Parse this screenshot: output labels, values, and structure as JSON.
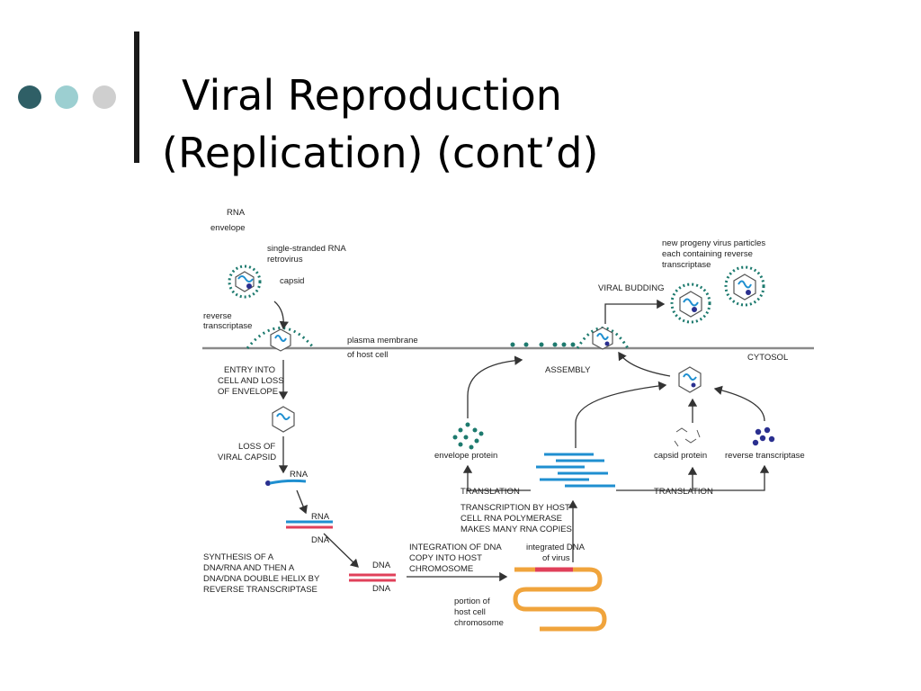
{
  "title": {
    "line1": "Viral Reproduction",
    "line2": "(Replication) (cont’d)"
  },
  "bullets_colors": [
    "#2f5f66",
    "#9ccfd1",
    "#cfcfcf"
  ],
  "labels": {
    "rna_top": "RNA",
    "envelope": "envelope",
    "ss_rna_1": "single-stranded RNA",
    "ss_rna_2": "retrovirus",
    "capsid": "capsid",
    "reverse_1": "reverse",
    "reverse_2": "transcriptase",
    "plasma_1": "plasma membrane",
    "plasma_2": "of host cell",
    "cytosol": "CYTOSOL",
    "entry_1": "ENTRY INTO",
    "entry_2": "CELL AND LOSS",
    "entry_3": "OF ENVELOPE",
    "loss_1": "LOSS OF",
    "loss_2": "VIRAL CAPSID",
    "rna_mid": "RNA",
    "rna_low": "RNA",
    "dna_low": "DNA",
    "synth_1": "SYNTHESIS OF A",
    "synth_2": "DNA/RNA AND THEN A",
    "synth_3": "DNA/DNA DOUBLE HELIX BY",
    "synth_4": "REVERSE TRANSCRIPTASE",
    "dna_a": "DNA",
    "dna_b": "DNA",
    "integ_1": "INTEGRATION OF DNA",
    "integ_2": "COPY INTO HOST",
    "integ_3": "CHROMOSOME",
    "integrated_1": "integrated DNA",
    "integrated_2": "of virus",
    "portion_1": "portion of",
    "portion_2": "host cell",
    "portion_3": "chromosome",
    "transc_1": "TRANSCRIPTION BY HOST",
    "transc_2": "CELL RNA POLYMERASE",
    "transc_3": "MAKES MANY RNA COPIES",
    "translation_left": "TRANSLATION",
    "translation_right": "TRANSLATION",
    "envelope_protein": "envelope protein",
    "capsid_protein": "capsid protein",
    "reverse_transcriptase": "reverse transcriptase",
    "assembly": "ASSEMBLY",
    "viral_budding": "VIRAL BUDDING",
    "progeny_1": "new progeny virus particles",
    "progeny_2": "each containing reverse",
    "progeny_3": "transcriptase"
  },
  "colors": {
    "membrane": "#8a8a8a",
    "spike": "#1d7a6e",
    "rna_blue": "#1f8fd0",
    "dna_red": "#e0405a",
    "chromosome_orange": "#f0a43c",
    "rt_dot": "#2a2f8f"
  }
}
